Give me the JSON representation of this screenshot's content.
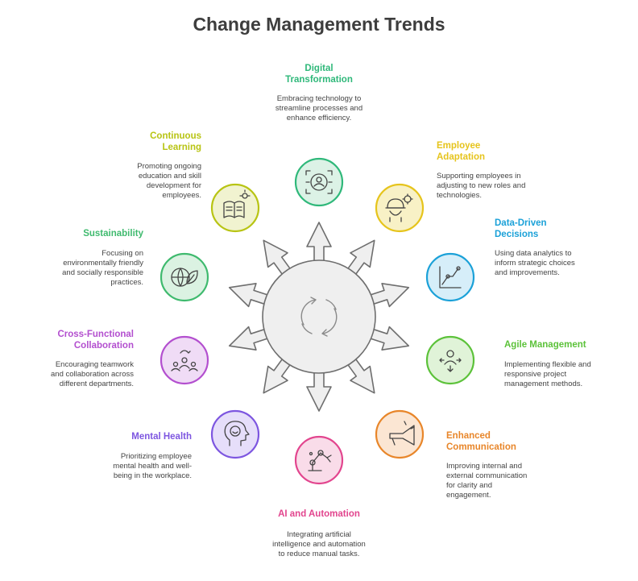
{
  "title": "Change Management Trends",
  "items": [
    {
      "title": "Digital Transformation",
      "description": "Embracing technology to streamline processes and enhance efficiency.",
      "color": "#2fb87a",
      "icon": "digital-transformation-icon"
    },
    {
      "title": "Employee Adaptation",
      "description": "Supporting employees in adjusting to new roles and technologies.",
      "color": "#e6c41c",
      "icon": "worker-gear-icon"
    },
    {
      "title": "Data-Driven Decisions",
      "description": "Using data analytics to inform strategic choices and improvements.",
      "color": "#1ba1d8",
      "icon": "line-chart-icon"
    },
    {
      "title": "Agile Management",
      "description": "Implementing flexible and responsive project management methods.",
      "color": "#5cc23a",
      "icon": "person-arrows-icon"
    },
    {
      "title": "Enhanced Communication",
      "description": "Improving internal and external communication for clarity and engagement.",
      "color": "#e8862a",
      "icon": "megaphone-icon"
    },
    {
      "title": "AI and Automation",
      "description": "Integrating artificial intelligence and automation to reduce manual tasks.",
      "color": "#e2458e",
      "icon": "robot-arm-icon"
    },
    {
      "title": "Mental Health",
      "description": "Prioritizing employee mental health and well-being in the workplace.",
      "color": "#7d56e0",
      "icon": "head-smile-icon"
    },
    {
      "title": "Cross-Functional Collaboration",
      "description": "Encouraging teamwork and collaboration across different departments.",
      "color": "#b34fcf",
      "icon": "team-icon"
    },
    {
      "title": "Sustainability",
      "description": "Focusing on environmentally friendly and socially responsible practices.",
      "color": "#3fba6e",
      "icon": "globe-leaf-icon"
    },
    {
      "title": "Continuous Learning",
      "description": "Promoting ongoing education and skill development for employees.",
      "color": "#b8c414",
      "icon": "book-bulb-icon"
    }
  ]
}
